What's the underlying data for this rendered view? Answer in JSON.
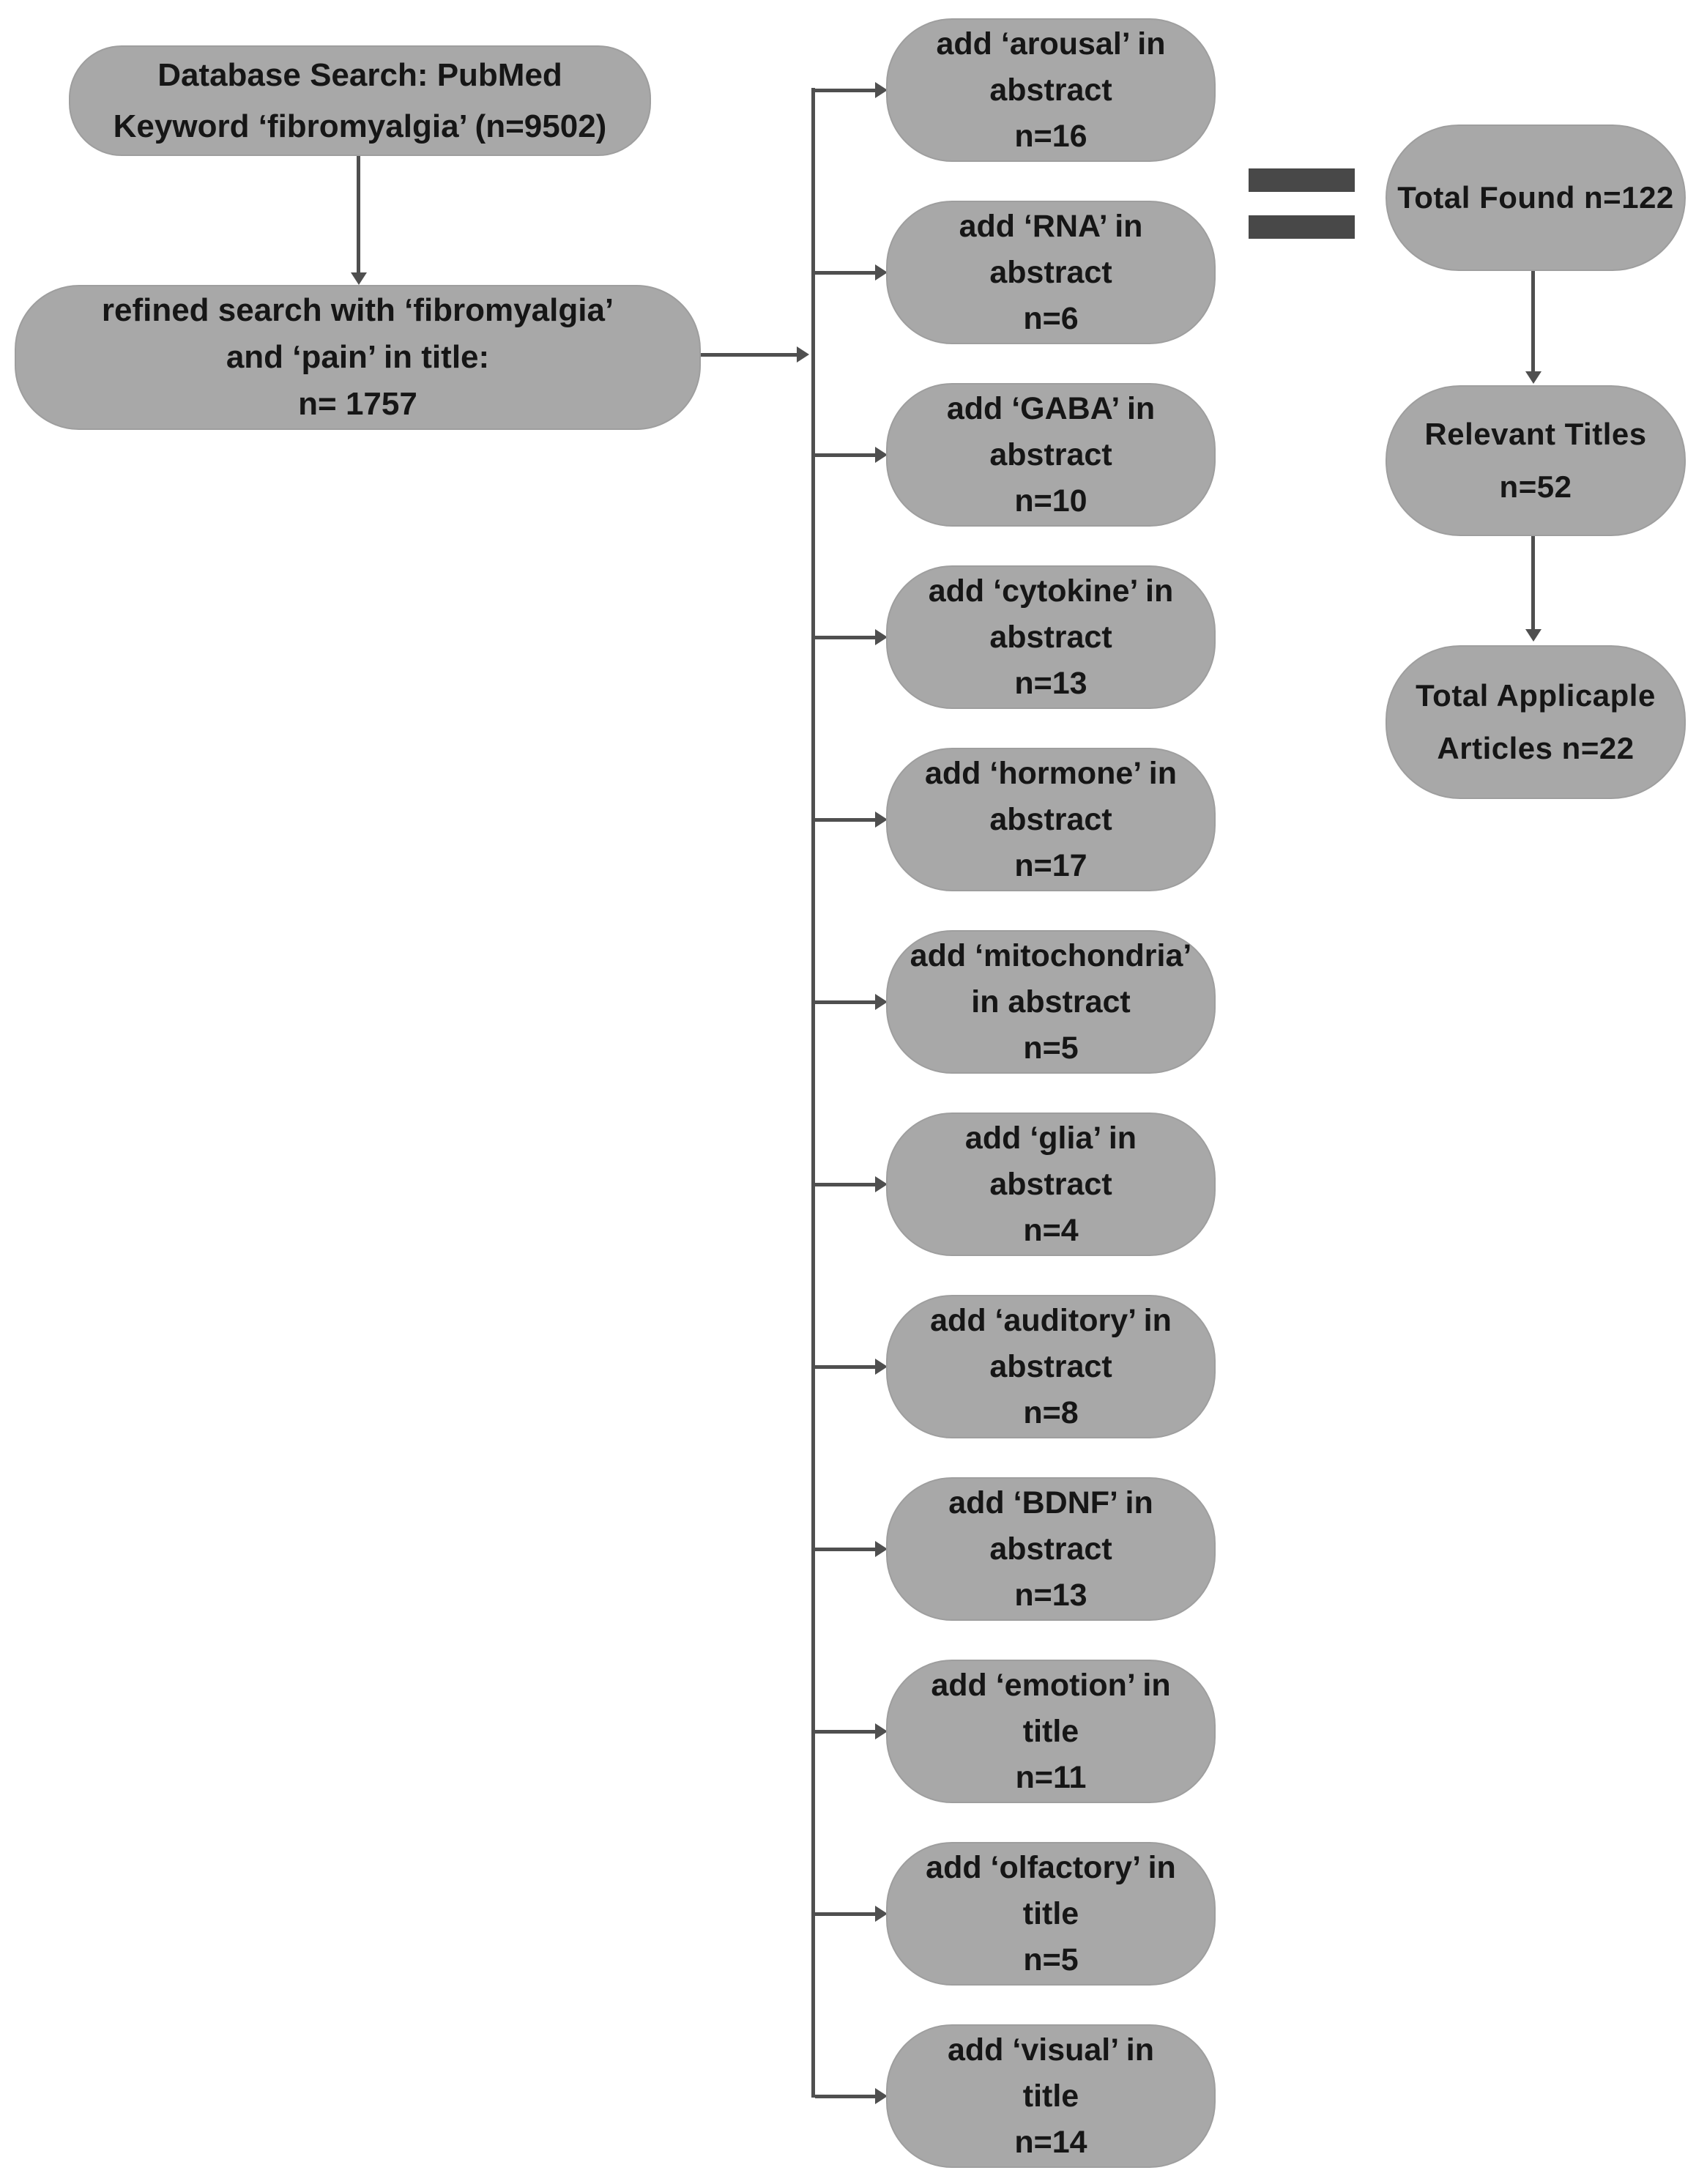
{
  "flowchart": {
    "colors": {
      "background": "#ffffff",
      "node_fill": "#a8a8a8",
      "node_text": "#161616",
      "connector": "#4f4f4f",
      "equals_sign": "#484848"
    },
    "source_box": {
      "lines": [
        "Database Search: PubMed",
        "Keyword ‘fibromyalgia’ (n=9502)"
      ]
    },
    "refined_box": {
      "lines": [
        "refined search with ‘fibromyalgia’",
        "and ‘pain’ in title:",
        "n= 1757"
      ]
    },
    "keyword_boxes": [
      {
        "keyword": "arousal",
        "location": "abstract",
        "n": 16,
        "lines": [
          "add ‘arousal’ in",
          "abstract",
          "n=16"
        ]
      },
      {
        "keyword": "RNA",
        "location": "abstract",
        "n": 6,
        "lines": [
          "add ‘RNA’ in",
          "abstract",
          "n=6"
        ]
      },
      {
        "keyword": "GABA",
        "location": "abstract",
        "n": 10,
        "lines": [
          "add ‘GABA’ in",
          "abstract",
          "n=10"
        ]
      },
      {
        "keyword": "cytokine",
        "location": "abstract",
        "n": 13,
        "lines": [
          "add ‘cytokine’ in",
          "abstract",
          "n=13"
        ]
      },
      {
        "keyword": "hormone",
        "location": "abstract",
        "n": 17,
        "lines": [
          "add ‘hormone’ in",
          "abstract",
          "n=17"
        ]
      },
      {
        "keyword": "mitochondria",
        "location": "abstract",
        "n": 5,
        "lines": [
          "add ‘mitochondria’",
          "in abstract",
          "n=5"
        ]
      },
      {
        "keyword": "glia",
        "location": "abstract",
        "n": 4,
        "lines": [
          "add ‘glia’ in",
          "abstract",
          "n=4"
        ]
      },
      {
        "keyword": "auditory",
        "location": "abstract",
        "n": 8,
        "lines": [
          "add ‘auditory’ in",
          "abstract",
          "n=8"
        ]
      },
      {
        "keyword": "BDNF",
        "location": "abstract",
        "n": 13,
        "lines": [
          "add ‘BDNF’ in",
          "abstract",
          "n=13"
        ]
      },
      {
        "keyword": "emotion",
        "location": "title",
        "n": 11,
        "lines": [
          "add ‘emotion’ in",
          "title",
          "n=11"
        ]
      },
      {
        "keyword": "olfactory",
        "location": "title",
        "n": 5,
        "lines": [
          "add ‘olfactory’ in",
          "title",
          "n=5"
        ]
      },
      {
        "keyword": "visual",
        "location": "title",
        "n": 14,
        "lines": [
          "add ‘visual’ in",
          "title",
          "n=14"
        ]
      }
    ],
    "equals_icon": "equals-icon",
    "result_boxes": [
      {
        "lines": [
          "Total Found n=122"
        ]
      },
      {
        "lines": [
          "Relevant Titles",
          "n=52"
        ]
      },
      {
        "lines": [
          "Total Applicaple",
          "Articles n=22"
        ]
      }
    ]
  }
}
